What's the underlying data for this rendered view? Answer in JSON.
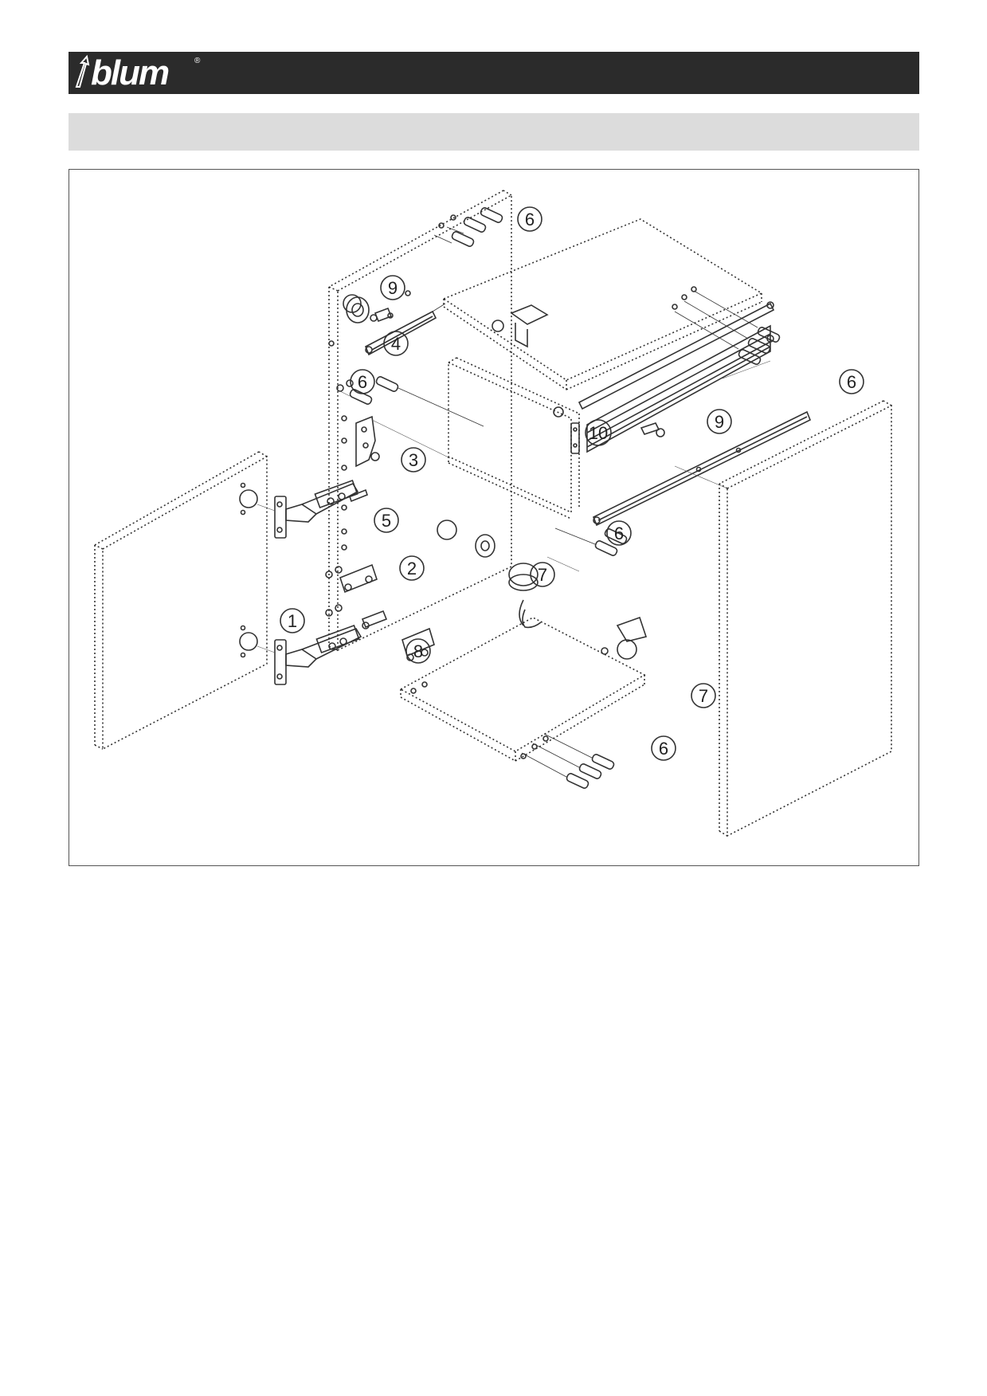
{
  "header": {
    "brand": "blum",
    "registered_mark": "®"
  },
  "colors": {
    "header_bar": "#2b2b2b",
    "subheader_bar": "#dcdcdc",
    "line": "#333333"
  },
  "diagram": {
    "callouts": [
      {
        "id": "c6a",
        "label": "6"
      },
      {
        "id": "c9a",
        "label": "9"
      },
      {
        "id": "c4",
        "label": "4"
      },
      {
        "id": "c6b",
        "label": "6"
      },
      {
        "id": "c6c",
        "label": "6"
      },
      {
        "id": "c3",
        "label": "3"
      },
      {
        "id": "c10",
        "label": "10"
      },
      {
        "id": "c9b",
        "label": "9"
      },
      {
        "id": "c5",
        "label": "5"
      },
      {
        "id": "c6d",
        "label": "6"
      },
      {
        "id": "c2",
        "label": "2"
      },
      {
        "id": "c7a",
        "label": "7"
      },
      {
        "id": "c1",
        "label": "1"
      },
      {
        "id": "c8",
        "label": "8"
      },
      {
        "id": "c7b",
        "label": "7"
      },
      {
        "id": "c6e",
        "label": "6"
      }
    ]
  }
}
